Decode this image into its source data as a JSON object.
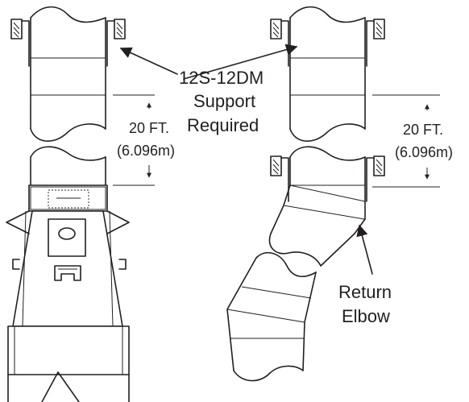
{
  "labels": {
    "support_model": "12S-12DM",
    "support_word": "Support",
    "support_required": "Required",
    "return_word": "Return",
    "elbow_word": "Elbow"
  },
  "dimensions": {
    "left": {
      "feet": "20 FT.",
      "meters": "(6.096m)"
    },
    "right": {
      "feet": "20 FT.",
      "meters": "(6.096m)"
    }
  }
}
